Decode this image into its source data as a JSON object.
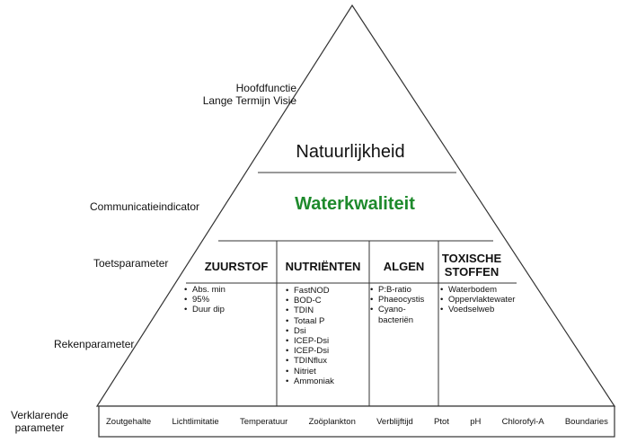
{
  "labels": {
    "hoofdfunctie": [
      "Hoofdfunctie",
      "Lange Termijn Visie"
    ],
    "communicatie": "Communicatieindicator",
    "toets": "Toetsparameter",
    "reken": "Rekenparameter",
    "verklarend": [
      "Verklarende",
      "parameter"
    ]
  },
  "top_title": "Natuurlijkheid",
  "middle_title": "Waterkwaliteit",
  "colors": {
    "middle_title": "#1e8a2c",
    "lines": "#333333"
  },
  "categories": [
    {
      "title": "ZUURSTOF",
      "items": [
        "Abs. min",
        "95%",
        "Duur dip"
      ]
    },
    {
      "title": "NUTRIËNTEN",
      "items": [
        "FastNOD",
        "BOD-C",
        "TDIN",
        "Totaal P",
        "Dsi",
        "ICEP-Dsi",
        "ICEP-Dsi",
        "TDINflux",
        "Nitriet",
        "Ammoniak"
      ]
    },
    {
      "title": "ALGEN",
      "items": [
        "P:B-ratio",
        "Phaeocystis",
        "Cyano-\nbacteriën"
      ]
    },
    {
      "title": "TOXISCHE STOFFEN",
      "title_lines": [
        "TOXISCHE",
        "STOFFEN"
      ],
      "items": [
        "Waterbodem",
        "Oppervlaktewater",
        "Voedselweb"
      ]
    }
  ],
  "bottom_items": [
    "Zoutgehalte",
    "Lichtlimitatie",
    "Temperatuur",
    "Zoöplankton",
    "Verblijftijd",
    "Ptot",
    "pH",
    "Chlorofyl-A",
    "Boundaries"
  ]
}
